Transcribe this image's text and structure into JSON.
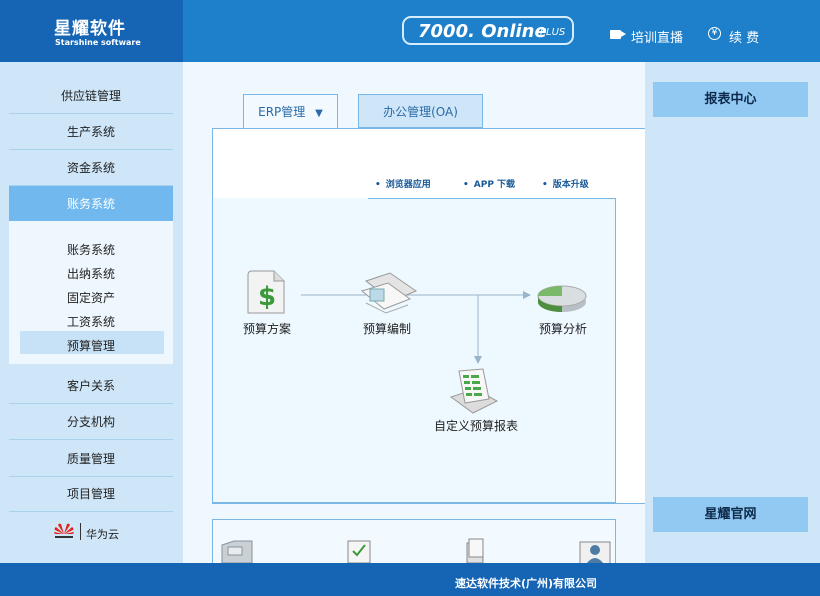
{
  "header": {
    "logo_cn": "星耀软件",
    "logo_en": "Starshine software",
    "badge_main": "7000. Online",
    "badge_plus": "PLUS",
    "training_label": "培训直播",
    "renew_label": "续 费"
  },
  "sidebar": {
    "items": [
      {
        "label": "供应链管理"
      },
      {
        "label": "生产系统"
      },
      {
        "label": "资金系统"
      },
      {
        "label": "账务系统"
      },
      {
        "label": "客户关系"
      },
      {
        "label": "分支机构"
      },
      {
        "label": "质量管理"
      },
      {
        "label": "项目管理"
      }
    ],
    "submenu": [
      {
        "label": "账务系统"
      },
      {
        "label": "出纳系统"
      },
      {
        "label": "固定资产"
      },
      {
        "label": "工资系统"
      },
      {
        "label": "预算管理"
      }
    ],
    "partner": "华为云"
  },
  "main": {
    "tabs": [
      {
        "label": "ERP管理"
      },
      {
        "label": "办公管理(OA)"
      }
    ],
    "tab_arrow": "▼",
    "quick_links": [
      {
        "label": "浏览器应用"
      },
      {
        "label": "APP 下载"
      },
      {
        "label": "版本升级"
      }
    ],
    "nodes": [
      {
        "label": "预算方案",
        "icon": "money-document-icon"
      },
      {
        "label": "预算编制",
        "icon": "edit-form-icon"
      },
      {
        "label": "预算分析",
        "icon": "pie-chart-icon"
      },
      {
        "label": "自定义预算报表",
        "icon": "custom-report-icon"
      }
    ]
  },
  "right": {
    "report_center": "报表中心",
    "official_site": "星耀官网"
  },
  "footer": {
    "company": "速达软件技术(广州)有限公司"
  },
  "colors": {
    "header_blue": "#1e7fcb",
    "dark_blue": "#1565b4",
    "sidebar_bg": "#cfe6f8",
    "active_item": "#70b8ee",
    "right_button": "#92c9f2"
  }
}
